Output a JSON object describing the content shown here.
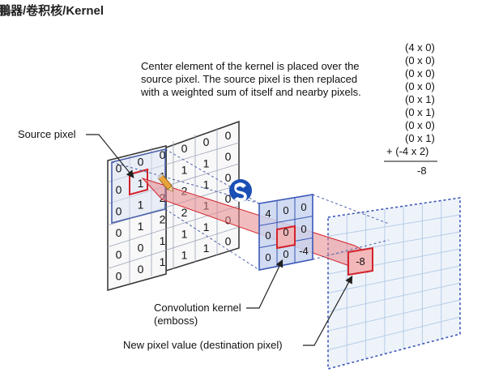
{
  "heading": "鵬器/卷积核/Kernel",
  "caption": [
    "Center element of the kernel is placed over the",
    "source pixel. The source pixel is then replaced",
    "with a weighted sum of itself and nearby pixels."
  ],
  "calculation": {
    "terms": [
      "(4 x 0)",
      "(0 x 0)",
      "(0 x 0)",
      "(0 x 0)",
      "(0 x 1)",
      "(0 x 1)",
      "(0 x 0)",
      "(0 x 1)",
      "+ (-4 x 2)"
    ],
    "result": "-8"
  },
  "labels": {
    "source_pixel": "Source pixel",
    "kernel": [
      "Convolution kernel",
      "(emboss)"
    ],
    "destination": "New pixel value (destination pixel)"
  },
  "source_grid": [
    [
      "0",
      "0",
      "0",
      "0",
      "0",
      "0"
    ],
    [
      "0",
      "1",
      "1",
      "1",
      "1",
      "0"
    ],
    [
      "0",
      "1",
      "2",
      "2",
      "1",
      "0"
    ],
    [
      "0",
      "1",
      "2",
      "2",
      "1",
      "0"
    ],
    [
      "0",
      "0",
      "1",
      "1",
      "1",
      "0"
    ],
    [
      "0",
      "0",
      "1",
      "1",
      "1",
      "0"
    ]
  ],
  "kernel_grid": [
    [
      "4",
      "0",
      "0"
    ],
    [
      "0",
      "0",
      "0"
    ],
    [
      "0",
      "0",
      "-4"
    ]
  ],
  "destination_value": "-8",
  "colors": {
    "grid_blue": "#4a5fa8",
    "kernel_fill": "#c9d5ee",
    "highlight_red": "#d3222a",
    "beam_red": "#e8868a",
    "dest_grid": "#b6cde8",
    "dest_border": "#3b57b8"
  }
}
